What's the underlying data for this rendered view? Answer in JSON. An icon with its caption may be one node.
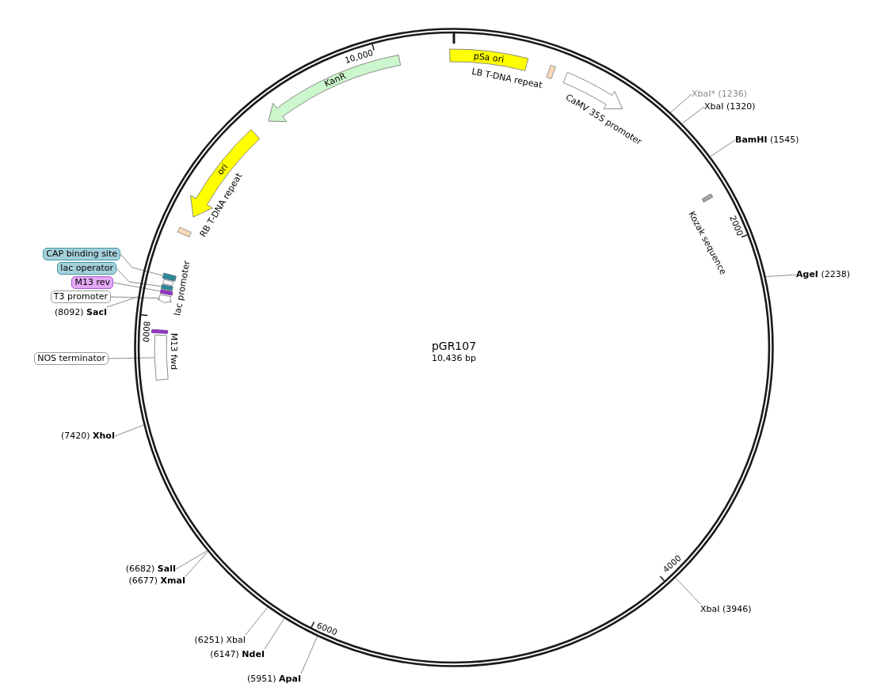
{
  "diagram": {
    "nodes": [
      {
        "text": [
          "pGR107",
          "10,436 bp"
        ]
      },
      {
        "text": [
          "pSa ori"
        ],
        "in": 0
      },
      {
        "text": [
          "LB T-DNA repeat"
        ],
        "in": 0
      },
      {
        "text": [
          "CaMV 35S promoter"
        ],
        "in": 0
      },
      {
        "text": [
          "Kozak sequence"
        ],
        "in": 0
      },
      {
        "text": [
          "KanR"
        ],
        "in": 0
      },
      {
        "text": [
          "ori"
        ],
        "in": 0
      },
      {
        "text": [
          "RB T-DNA repeat"
        ],
        "in": 0
      },
      {
        "text": [
          "lac promoter"
        ],
        "in": 0
      },
      {
        "text": [],
        "shape": "bar",
        "in": 0
      },
      {
        "text": [],
        "shape": "bar",
        "in": 0
      },
      {
        "text": [],
        "shape": "bar",
        "in": 0
      },
      {
        "text": [],
        "shape": "arrow",
        "in": 0
      },
      {
        "text": [
          "M13 fwd"
        ],
        "in": 0
      },
      {
        "text": [],
        "shape": "bar",
        "in": 0
      },
      {
        "text": [
          "CAP binding site"
        ]
      },
      {
        "text": [
          "lac operator"
        ]
      },
      {
        "text": [
          "M13 rev"
        ]
      },
      {
        "text": [
          "T3 promoter"
        ]
      },
      {
        "text": [
          "NOS terminator"
        ]
      },
      {
        "text": [
          "XbaI* (1236)"
        ]
      },
      {
        "text": [
          "XbaI (1320)"
        ]
      },
      {
        "text": [
          "**BamHI** (1545)"
        ]
      },
      {
        "text": [
          "**AgeI** (2238)"
        ]
      },
      {
        "text": [
          "XbaI (3946)"
        ]
      },
      {
        "text": [
          "(5951) **ApaI**"
        ]
      },
      {
        "text": [
          "(6147) **NdeI**"
        ]
      },
      {
        "text": [
          "(6251) XbaI"
        ]
      },
      {
        "text": [
          "(6682) **SalI**"
        ]
      },
      {
        "text": [
          "(6677) **XmaI**"
        ]
      },
      {
        "text": [
          "(7420) **XhoI**"
        ]
      },
      {
        "text": [
          "(8092) **SacI**"
        ]
      }
    ],
    "edges": [
      {
        "from": 15,
        "to": 9,
        "arrow": "none"
      },
      {
        "from": 16,
        "to": 10,
        "arrow": "none"
      },
      {
        "from": 17,
        "to": 11,
        "arrow": "none"
      },
      {
        "from": 18,
        "to": 12,
        "arrow": "none"
      },
      {
        "from": 19,
        "to": 14,
        "arrow": "none"
      },
      {
        "from": 20,
        "to": 0,
        "arrow": "none"
      },
      {
        "from": 21,
        "to": 0,
        "arrow": "none"
      },
      {
        "from": 22,
        "to": 0,
        "arrow": "none"
      },
      {
        "from": 23,
        "to": 0,
        "arrow": "none"
      },
      {
        "from": 24,
        "to": 0,
        "arrow": "none"
      },
      {
        "from": 25,
        "to": 0,
        "arrow": "none"
      },
      {
        "from": 26,
        "to": 0,
        "arrow": "none"
      },
      {
        "from": 27,
        "to": 0,
        "arrow": "none"
      },
      {
        "from": 28,
        "to": 0,
        "arrow": "none"
      },
      {
        "from": 29,
        "to": 0,
        "arrow": "none"
      },
      {
        "from": 30,
        "to": 0,
        "arrow": "none"
      },
      {
        "from": 31,
        "to": 0,
        "arrow": "none"
      }
    ],
    "labels": [
      "10,000",
      "2000",
      "8000",
      "4000",
      "6000"
    ]
  }
}
